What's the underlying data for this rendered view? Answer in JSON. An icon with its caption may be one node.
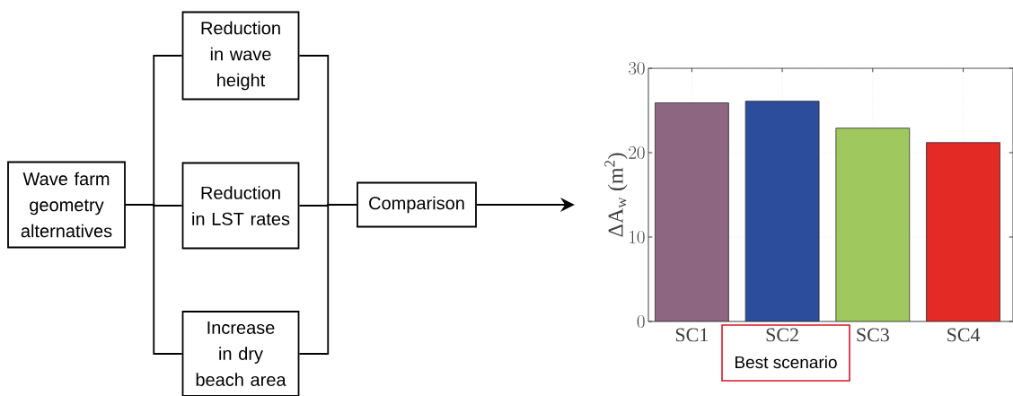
{
  "diagram": {
    "nodes": [
      {
        "text": [
          "Wave farm geometry alternatives"
        ]
      },
      {
        "text": [
          "Reduction in wave height"
        ]
      },
      {
        "text": [
          "Reduction in LST rates"
        ]
      },
      {
        "text": [
          "Increase in dry beach area"
        ]
      },
      {
        "text": [
          "Comparison"
        ]
      },
      {
        "text": [
          "Best scenario"
        ]
      }
    ],
    "edges": [
      {
        "from": 0,
        "to": 1,
        "arrow": "none"
      },
      {
        "from": 0,
        "to": 2,
        "arrow": "none"
      },
      {
        "from": 0,
        "to": 3,
        "arrow": "none"
      },
      {
        "from": 1,
        "to": 4,
        "arrow": "none"
      },
      {
        "from": 2,
        "to": 4,
        "arrow": "none"
      },
      {
        "from": 3,
        "to": 4,
        "arrow": "none"
      },
      {
        "from": 4,
        "to": null,
        "arrow": "to"
      }
    ],
    "chart_data": {
      "type": "bar",
      "ylabel": "ΔA$_{w}$ (m$^{2}$)",
      "categories": [
        "SC1",
        "SC2",
        "SC3",
        "SC4"
      ],
      "series": [
        {
          "color": "#8d6682",
          "values": [
            25.9,
            null,
            null,
            null
          ]
        },
        {
          "color": "#2c4c9c",
          "values": [
            null,
            26.1,
            null,
            null
          ]
        },
        {
          "color": "#9fc95f",
          "values": [
            null,
            null,
            22.9,
            null
          ]
        },
        {
          "color": "#e32a25",
          "values": [
            null,
            null,
            null,
            21.2
          ]
        }
      ],
      "ylim": [
        0,
        30
      ],
      "yticks": [
        0,
        10,
        20,
        30
      ],
      "grid": true
    }
  }
}
